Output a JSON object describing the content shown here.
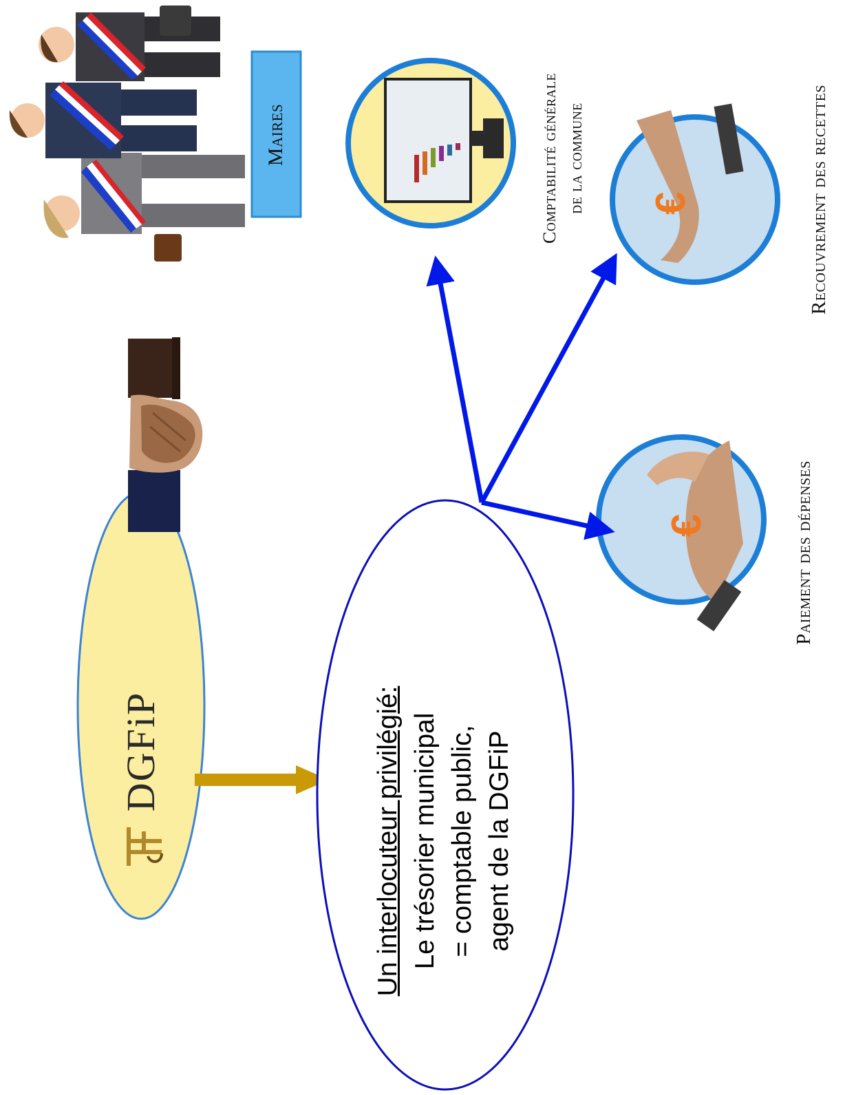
{
  "dgfip": {
    "logo_text": "DGFiP"
  },
  "treasurer": {
    "heading": "Un interlocuteur privilégié:",
    "line1": "Le trésorier municipal",
    "line2": "= comptable public,",
    "line3": "agent de la DGFiP"
  },
  "mayors": {
    "label": "Maires"
  },
  "missions": {
    "comptabilite": {
      "line1": "Comptabilité générale",
      "line2": "de la commune"
    },
    "recettes": {
      "label": "Recouvrement des recettes"
    },
    "depenses": {
      "label": "Paiement des dépenses"
    }
  },
  "colors": {
    "blue_arrow": "#0018e8",
    "gold_arrow": "#c99a05",
    "ellipse_outline": "#0a0fb8",
    "logo_fill": "#fbeea0",
    "label_box": "#5bb6f0",
    "circle_ring": "#1c7ed6"
  },
  "icons": [
    "handshake-icon",
    "mayor-icon",
    "monitor-chart-icon",
    "hand-receiving-euro-icon",
    "hand-giving-euro-icon"
  ]
}
